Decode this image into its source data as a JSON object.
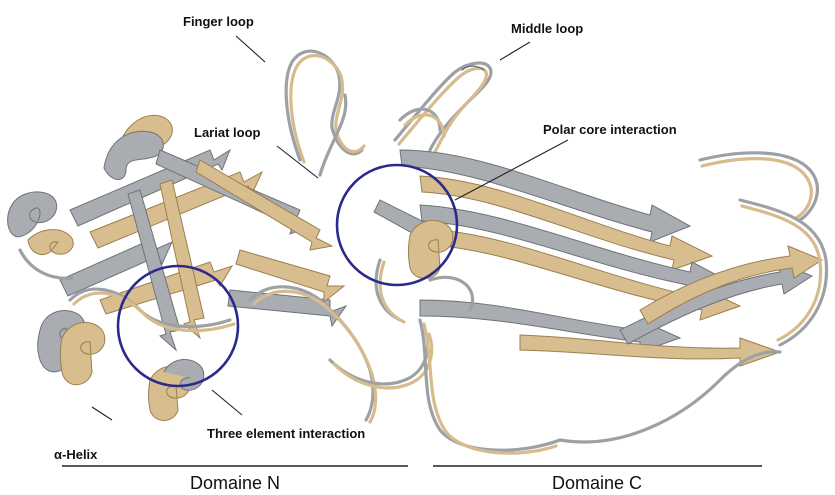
{
  "labels": {
    "finger_loop": "Finger loop",
    "middle_loop": "Middle loop",
    "lariat_loop": "Lariat loop",
    "polar_core": "Polar core interaction",
    "three_element": "Three element interaction",
    "alpha_helix": "α-Helix"
  },
  "domains": {
    "n": "Domaine N",
    "c": "Domaine C"
  },
  "colors": {
    "structure_1": "#a9acb1",
    "structure_2": "#d8bd8e",
    "highlight_circle": "#2a2a8c"
  }
}
